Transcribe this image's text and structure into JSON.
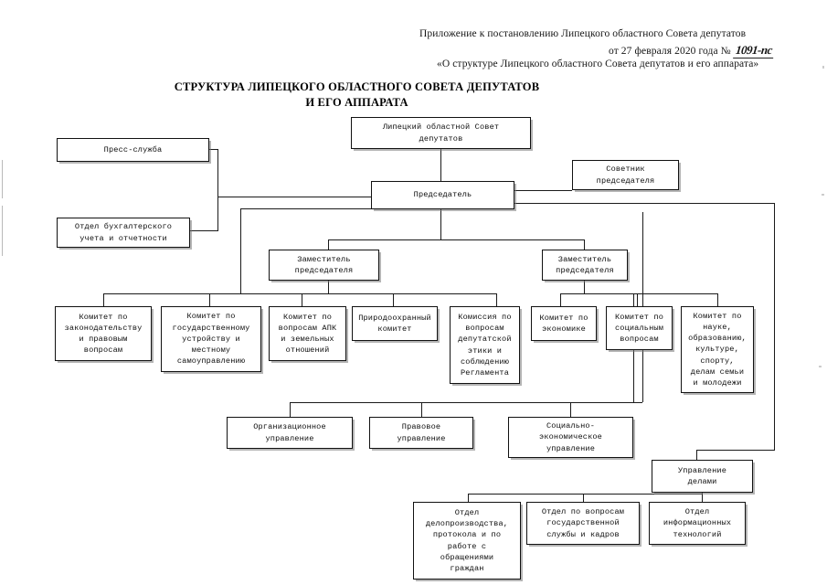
{
  "header": {
    "line1": "Приложение к постановлению Липецкого областного Совета депутатов",
    "line2_prefix": "от 27 февраля 2020 года №",
    "line2_handwritten": "1091-пс",
    "line3": "«О структуре Липецкого областного Совета депутатов и его аппарата»"
  },
  "title": {
    "line1": "СТРУКТУРА ЛИПЕЦКОГО ОБЛАСТНОГО СОВЕТА ДЕПУТАТОВ",
    "line2": "И ЕГО АППАРАТА"
  },
  "chart_data": {
    "type": "diagram",
    "title": "СТРУКТУРА ЛИПЕЦКОГО ОБЛАСТНОГО СОВЕТА ДЕПУТАТОВ И ЕГО АППАРАТА",
    "orientation": "top-down organizational chart",
    "nodes": [
      {
        "id": "council",
        "label": "Липецкий областной Совет\nдепутатов"
      },
      {
        "id": "chairman",
        "label": "Председатель"
      },
      {
        "id": "advisor",
        "label": "Советник\nпредседателя"
      },
      {
        "id": "press",
        "label": "Пресс-служба"
      },
      {
        "id": "accounting",
        "label": "Отдел бухгалтерского\nучета и отчетности"
      },
      {
        "id": "deputy-left",
        "label": "Заместитель\nпредседателя"
      },
      {
        "id": "deputy-right",
        "label": "Заместитель\nпредседателя"
      },
      {
        "id": "com-law",
        "label": "Комитет по\nзаконодательству\nи правовым\nвопросам"
      },
      {
        "id": "com-state",
        "label": "Комитет по\nгосударственному\nустройству и\nместному\nсамоуправлению"
      },
      {
        "id": "com-apk",
        "label": "Комитет по\nвопросам АПК\nи земельных\nотношений"
      },
      {
        "id": "com-eco",
        "label": "Природоохранный\nкомитет"
      },
      {
        "id": "com-ethics",
        "label": "Комиссия по\nвопросам\nдепутатской\nэтики и\nсоблюдению\nРегламента"
      },
      {
        "id": "com-economy",
        "label": "Комитет по\nэкономике"
      },
      {
        "id": "com-social",
        "label": "Комитет по\nсоциальным\nвопросам"
      },
      {
        "id": "com-science",
        "label": "Комитет по\nнауке,\nобразованию,\nкультуре,\nспорту,\nделам семьи\nи молодежи"
      },
      {
        "id": "dep-org",
        "label": "Организационное\nуправление"
      },
      {
        "id": "dep-legal",
        "label": "Правовое\nуправление"
      },
      {
        "id": "dep-socecon",
        "label": "Социально-\nэкономическое\nуправление"
      },
      {
        "id": "dep-affairs",
        "label": "Управление\nделами"
      },
      {
        "id": "off-records",
        "label": "Отдел\nделопроизводства,\nпротокола и по\nработе с\nобращениями\nграждан"
      },
      {
        "id": "off-service",
        "label": "Отдел по вопросам\nгосударственной\nслужбы и кадров"
      },
      {
        "id": "off-it",
        "label": "Отдел\nинформационных\nтехнологий"
      }
    ],
    "edges": [
      {
        "from": "council",
        "to": "chairman"
      },
      {
        "from": "chairman",
        "to": "advisor"
      },
      {
        "from": "chairman",
        "to": "press"
      },
      {
        "from": "chairman",
        "to": "accounting"
      },
      {
        "from": "chairman",
        "to": "deputy-left"
      },
      {
        "from": "chairman",
        "to": "deputy-right"
      },
      {
        "from": "chairman",
        "to": "dep-affairs"
      },
      {
        "from": "deputy-left",
        "to": "com-law"
      },
      {
        "from": "deputy-left",
        "to": "com-state"
      },
      {
        "from": "deputy-left",
        "to": "com-apk"
      },
      {
        "from": "deputy-left",
        "to": "com-eco"
      },
      {
        "from": "deputy-left",
        "to": "com-ethics"
      },
      {
        "from": "deputy-right",
        "to": "com-economy"
      },
      {
        "from": "deputy-right",
        "to": "com-social"
      },
      {
        "from": "deputy-right",
        "to": "com-science"
      },
      {
        "from": "chairman",
        "to": "dep-org"
      },
      {
        "from": "chairman",
        "to": "dep-legal"
      },
      {
        "from": "chairman",
        "to": "dep-socecon"
      },
      {
        "from": "dep-affairs",
        "to": "off-records"
      },
      {
        "from": "dep-affairs",
        "to": "off-service"
      },
      {
        "from": "dep-affairs",
        "to": "off-it"
      }
    ]
  },
  "boxes": {
    "council": {
      "l1": "Липецкий областной Совет",
      "l2": "депутатов"
    },
    "chairman": {
      "l1": "Председатель"
    },
    "advisor": {
      "l1": "Советник",
      "l2": "председателя"
    },
    "press": {
      "l1": "Пресс-служба"
    },
    "accounting": {
      "l1": "Отдел бухгалтерского",
      "l2": "учета и отчетности"
    },
    "deputy_left": {
      "l1": "Заместитель",
      "l2": "председателя"
    },
    "deputy_right": {
      "l1": "Заместитель",
      "l2": "председателя"
    },
    "com_law": {
      "l1": "Комитет по",
      "l2": "законодательству",
      "l3": "и правовым",
      "l4": "вопросам"
    },
    "com_state": {
      "l1": "Комитет по",
      "l2": "государственному",
      "l3": "устройству и",
      "l4": "местному",
      "l5": "самоуправлению"
    },
    "com_apk": {
      "l1": "Комитет по",
      "l2": "вопросам АПК",
      "l3": "и земельных",
      "l4": "отношений"
    },
    "com_eco": {
      "l1": "Природоохранный",
      "l2": "комитет"
    },
    "com_ethics": {
      "l1": "Комиссия по",
      "l2": "вопросам",
      "l3": "депутатской",
      "l4": "этики и",
      "l5": "соблюдению",
      "l6": "Регламента"
    },
    "com_economy": {
      "l1": "Комитет по",
      "l2": "экономике"
    },
    "com_social": {
      "l1": "Комитет по",
      "l2": "социальным",
      "l3": "вопросам"
    },
    "com_science": {
      "l1": "Комитет по",
      "l2": "науке,",
      "l3": "образованию,",
      "l4": "культуре,",
      "l5": "спорту,",
      "l6": "делам семьи",
      "l7": "и молодежи"
    },
    "dep_org": {
      "l1": "Организационное",
      "l2": "управление"
    },
    "dep_legal": {
      "l1": "Правовое",
      "l2": "управление"
    },
    "dep_socecon": {
      "l1": "Социально-",
      "l2": "экономическое",
      "l3": "управление"
    },
    "dep_affairs": {
      "l1": "Управление",
      "l2": "делами"
    },
    "off_records": {
      "l1": "Отдел",
      "l2": "делопроизводства,",
      "l3": "протокола и по",
      "l4": "работе с",
      "l5": "обращениями",
      "l6": "граждан"
    },
    "off_service": {
      "l1": "Отдел по вопросам",
      "l2": "государственной",
      "l3": "службы и кадров"
    },
    "off_it": {
      "l1": "Отдел",
      "l2": "информационных",
      "l3": "технологий"
    }
  }
}
